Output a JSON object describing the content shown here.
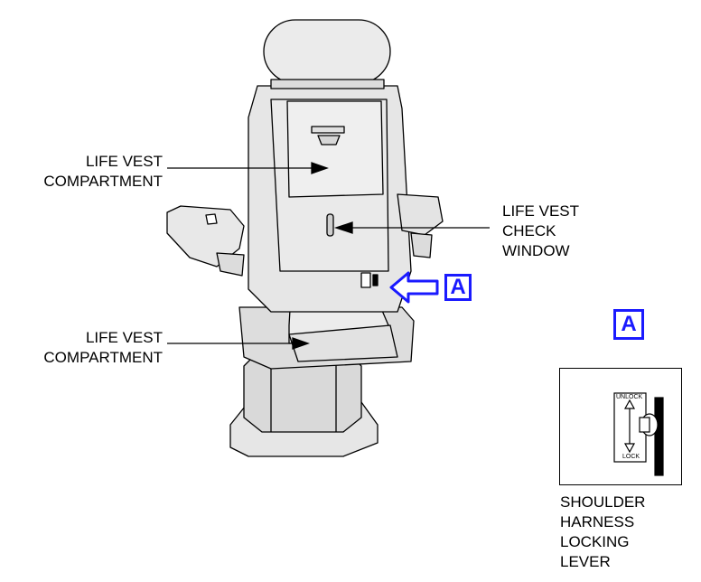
{
  "labels": {
    "life_vest_compartment_upper": [
      "LIFE VEST",
      "COMPARTMENT"
    ],
    "life_vest_check_window": [
      "LIFE VEST",
      "CHECK",
      "WINDOW"
    ],
    "life_vest_compartment_lower": [
      "LIFE VEST",
      "COMPARTMENT"
    ],
    "shoulder_harness_locking_lever": [
      "SHOULDER",
      "HARNESS",
      "LOCKING",
      "LEVER"
    ]
  },
  "callout": {
    "letter": "A",
    "detail_letter": "A"
  },
  "detail": {
    "unlock": "UNLOCK",
    "lock": "LOCK"
  },
  "colors": {
    "callout_blue": "#1a1aff",
    "seat_fill": "#e6e6e6",
    "outline": "#000000"
  }
}
